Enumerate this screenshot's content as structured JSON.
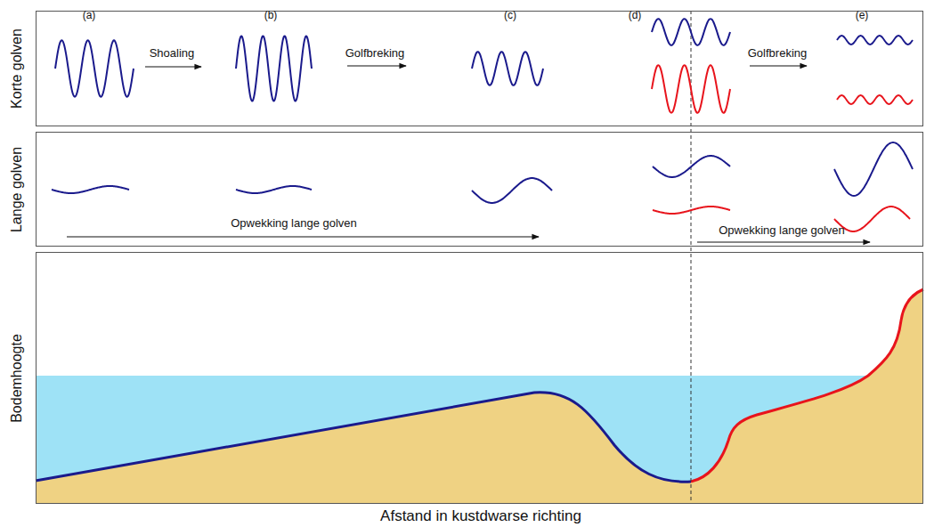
{
  "diagram": {
    "nodes": [
      {
        "text": [
          "Korte golven"
        ]
      },
      {
        "text": [
          "Lange golven"
        ]
      },
      {
        "text": [
          "Bodemhoogte"
        ]
      }
    ],
    "labels": [
      "(a)",
      "(b)",
      "(c)",
      "(d)",
      "(e)",
      "Shoaling",
      "Golfbreking",
      "Golfbreking",
      "Opwekking lange golven",
      "Opwekking lange golven",
      "Afstand in kustdwarse richting"
    ]
  }
}
